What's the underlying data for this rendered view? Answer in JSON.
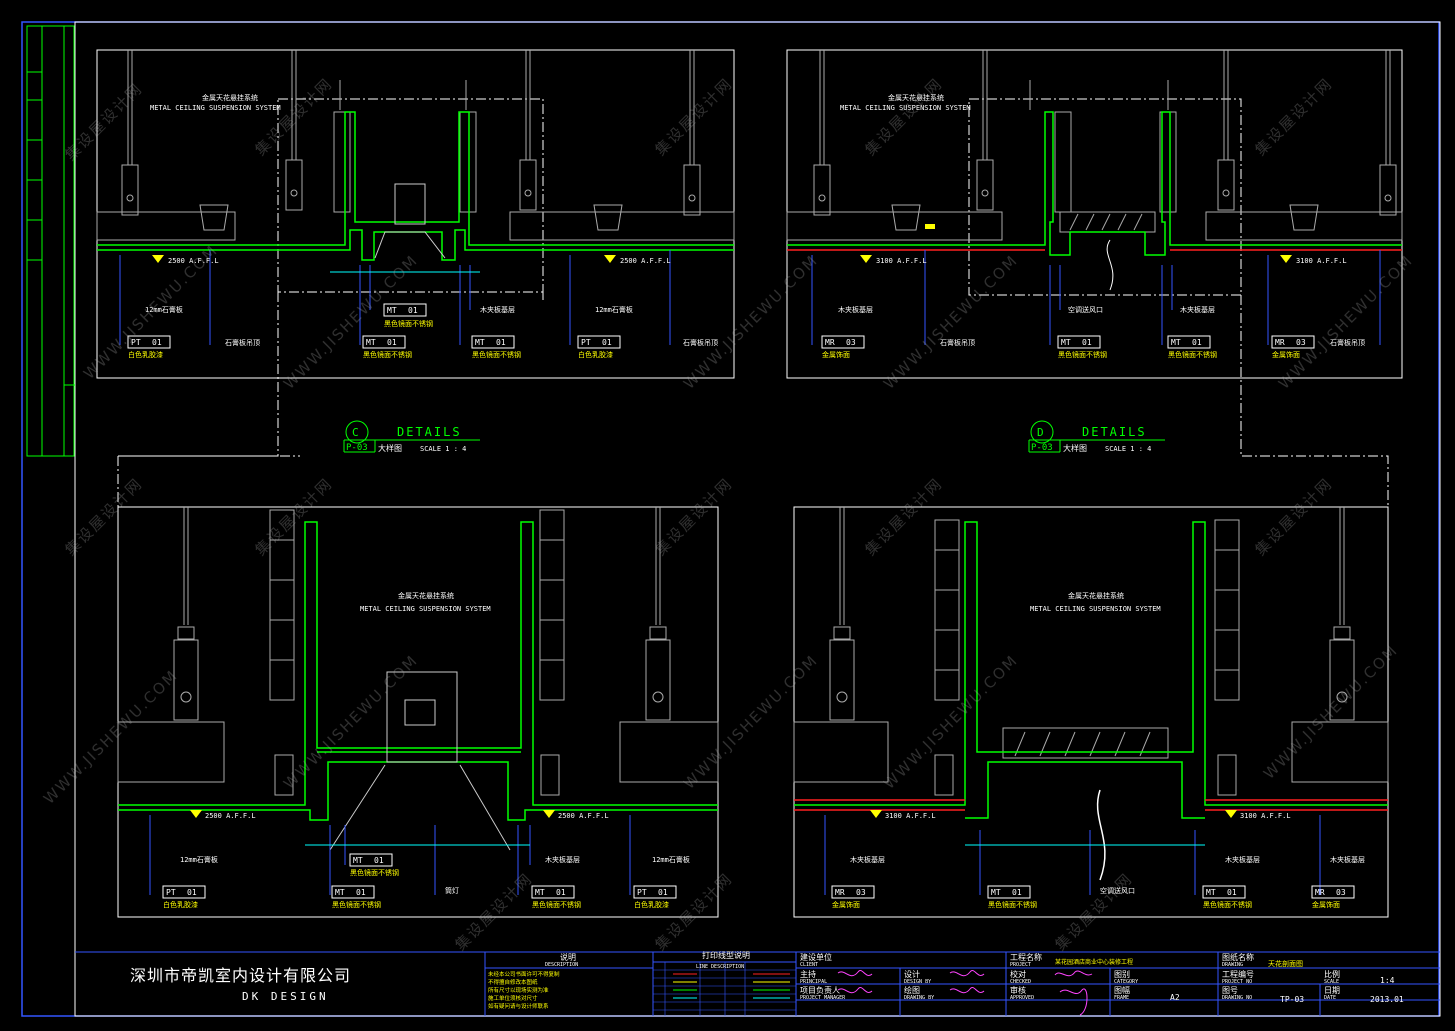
{
  "colors": {
    "frame": "#3355ff",
    "border": "#ffffff",
    "wall": "#00ff00",
    "dim": "#00ffff",
    "leader": "#3355ff",
    "marker": "#ffff00",
    "floor_red": "#ff2020",
    "hatch": "#aaaaaa"
  },
  "details": {
    "top_left": {
      "note_cn": "金属天花悬挂系统",
      "note_en": "METAL CEILING SUSPENSION SYSTEM",
      "level_left": "2500 A.F.F.L",
      "level_right": "2500 A.F.F.L",
      "tags": [
        {
          "code": "PT",
          "num": "01",
          "desc": "白色乳胶漆"
        },
        {
          "code": "MT",
          "num": "01",
          "desc": "黑色镜面不锈钢"
        },
        {
          "code": "MT",
          "num": "01",
          "desc": "黑色镜面不锈钢"
        },
        {
          "code": "MT",
          "num": "01",
          "desc": "黑色镜面不锈钢"
        },
        {
          "code": "PT",
          "num": "01",
          "desc": "白色乳胶漆"
        }
      ],
      "notes": [
        "12mm石膏板",
        "石膏板吊顶",
        "木夹板基层",
        "12mm石膏板",
        "石膏板吊顶"
      ]
    },
    "top_right": {
      "note_cn": "金属天花悬挂系统",
      "note_en": "METAL CEILING SUSPENSION SYSTEM",
      "level_left": "3100 A.F.F.L",
      "level_right": "3100 A.F.F.L",
      "tags": [
        {
          "code": "MR",
          "num": "03",
          "desc": "金属饰面"
        },
        {
          "code": "MT",
          "num": "01",
          "desc": "黑色镜面不锈钢"
        },
        {
          "code": "MT",
          "num": "01",
          "desc": "黑色镜面不锈钢"
        },
        {
          "code": "MR",
          "num": "03",
          "desc": "金属饰面"
        }
      ],
      "notes": [
        "木夹板基层",
        "石膏板吊顶",
        "空调送风口",
        "木夹板基层",
        "石膏板吊顶"
      ]
    },
    "bottom_left": {
      "note_cn": "金属天花悬挂系统",
      "note_en": "METAL CEILING SUSPENSION SYSTEM",
      "level_left": "2500 A.F.F.L",
      "level_right": "2500 A.F.F.L",
      "tags": [
        {
          "code": "PT",
          "num": "01",
          "desc": "白色乳胶漆"
        },
        {
          "code": "MT",
          "num": "01",
          "desc": "黑色镜面不锈钢"
        },
        {
          "code": "MT",
          "num": "01",
          "desc": "黑色镜面不锈钢"
        },
        {
          "code": "MT",
          "num": "01",
          "desc": "黑色镜面不锈钢"
        },
        {
          "code": "PT",
          "num": "01",
          "desc": "白色乳胶漆"
        }
      ],
      "notes": [
        "12mm石膏板",
        "筒灯",
        "木夹板基层",
        "12mm石膏板"
      ]
    },
    "bottom_right": {
      "note_cn": "金属天花悬挂系统",
      "note_en": "METAL CEILING SUSPENSION SYSTEM",
      "level_left": "3100 A.F.F.L",
      "level_right": "3100 A.F.F.L",
      "tags": [
        {
          "code": "MR",
          "num": "03",
          "desc": "金属饰面"
        },
        {
          "code": "MT",
          "num": "01",
          "desc": "黑色镜面不锈钢"
        },
        {
          "code": "MT",
          "num": "01",
          "desc": "黑色镜面不锈钢"
        },
        {
          "code": "MR",
          "num": "03",
          "desc": "金属饰面"
        }
      ],
      "notes": [
        "木夹板基层",
        "空调送风口",
        "木夹板基层",
        "木夹板基层"
      ]
    }
  },
  "callouts": [
    {
      "letter": "C",
      "sheet": "P-03",
      "title": "DETAILS",
      "cn": "大样图",
      "scale": "SCALE  1 : 4"
    },
    {
      "letter": "D",
      "sheet": "P-03",
      "title": "DETAILS",
      "cn": "大样图",
      "scale": "SCALE  1 : 4"
    }
  ],
  "title_block": {
    "firm_cn": "深圳市帝凯室内设计有限公司",
    "firm_en": "DK  DESIGN",
    "notes_title": "说明",
    "notes_title_en": "DESCRIPTION",
    "notes_lines": [
      "未经本公司书面许可不得复制",
      "不得擅自修改本图纸",
      "所有尺寸以现场实测为准",
      "施工单位须核对尺寸",
      "如有疑问请与设计师联系"
    ],
    "line_title": "打印线型说明",
    "line_title_en": "LINE DESCRIPTION",
    "client_label": "建设单位",
    "client_label_en": "CLIENT",
    "principal_label": "主持",
    "principal_en": "PRINCIPAL",
    "design_label": "设计",
    "design_en": "DESIGN BY",
    "manager_label": "项目负责人",
    "manager_en": "PROJECT MANAGER",
    "drawing_label": "绘图",
    "drawing_en": "DRAWING BY",
    "project_label": "工程名称",
    "project_en": "PROJECT",
    "project_name": "某花园酒店商业中心装修工程",
    "checked_label": "校对",
    "checked_en": "CHECKED",
    "approved_label": "审核",
    "approved_en": "APPROVED",
    "category_label": "图别",
    "category_en": "CATEGORY",
    "frame_label": "图幅",
    "frame_en": "FRAME",
    "frame_value": "A2",
    "drawing_title_label": "图纸名称",
    "drawing_title_en": "DRAWING",
    "drawing_title": "天花剖面图",
    "project_no_label": "工程编号",
    "project_no_en": "PROJECT NO",
    "drawing_no_label": "图号",
    "drawing_no_en": "DRAWING NO",
    "drawing_no": "TP-03",
    "scale_label": "比例",
    "scale_en": "SCALE",
    "scale_value": "1:4",
    "date_label": "日期",
    "date_en": "DATE",
    "date_value": "2013.01"
  },
  "watermark": {
    "cn": "集设屋设计网",
    "en": "WWW.JISHEWU.COM"
  }
}
